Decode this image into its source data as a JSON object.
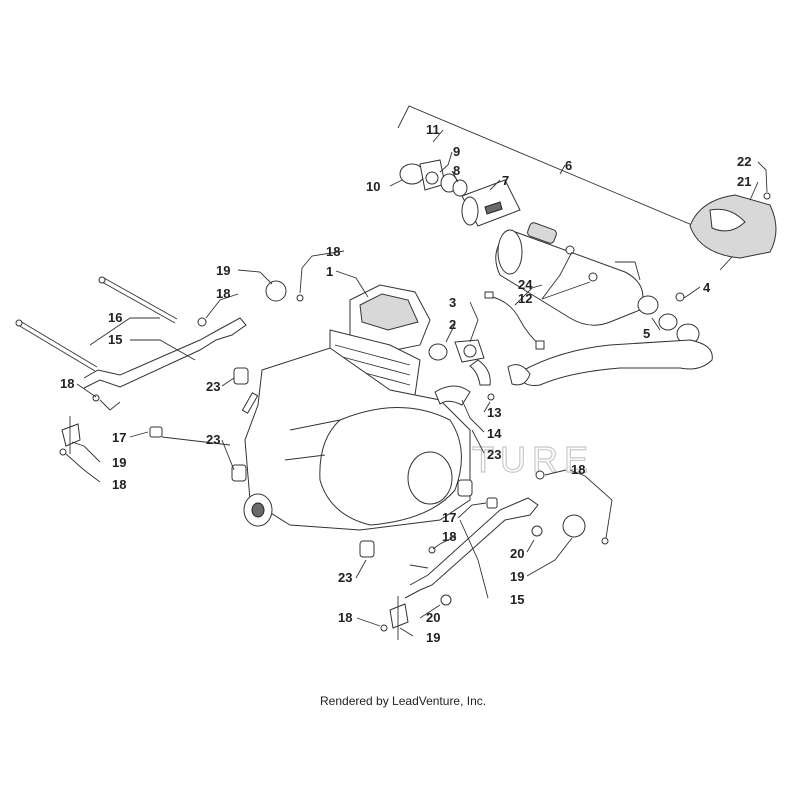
{
  "watermark": "LEADVENTURE",
  "footer": "Rendered by LeadVenture, Inc.",
  "callouts": [
    {
      "id": "c11a",
      "text": "11"
    },
    {
      "id": "c9",
      "text": "9"
    },
    {
      "id": "c8",
      "text": "8"
    },
    {
      "id": "c7",
      "text": "7"
    },
    {
      "id": "c6",
      "text": "6"
    },
    {
      "id": "c10",
      "text": "10"
    },
    {
      "id": "c22",
      "text": "22"
    },
    {
      "id": "c21",
      "text": "21"
    },
    {
      "id": "c18a",
      "text": "18"
    },
    {
      "id": "c1",
      "text": "1"
    },
    {
      "id": "c19a",
      "text": "19"
    },
    {
      "id": "c18b",
      "text": "18"
    },
    {
      "id": "c24",
      "text": "24"
    },
    {
      "id": "c12",
      "text": "12"
    },
    {
      "id": "c4",
      "text": "4"
    },
    {
      "id": "c3",
      "text": "3"
    },
    {
      "id": "c2",
      "text": "2"
    },
    {
      "id": "c5",
      "text": "5"
    },
    {
      "id": "c16",
      "text": "16"
    },
    {
      "id": "c15a",
      "text": "15"
    },
    {
      "id": "c18c",
      "text": "18"
    },
    {
      "id": "c23a",
      "text": "23"
    },
    {
      "id": "c13",
      "text": "13"
    },
    {
      "id": "c14",
      "text": "14"
    },
    {
      "id": "c23b",
      "text": "23"
    },
    {
      "id": "c17a",
      "text": "17"
    },
    {
      "id": "c23c",
      "text": "23"
    },
    {
      "id": "c19b",
      "text": "19"
    },
    {
      "id": "c18d",
      "text": "18"
    },
    {
      "id": "c18e",
      "text": "18"
    },
    {
      "id": "c17b",
      "text": "17"
    },
    {
      "id": "c18f",
      "text": "18"
    },
    {
      "id": "c20a",
      "text": "20"
    },
    {
      "id": "c19c",
      "text": "19"
    },
    {
      "id": "c23d",
      "text": "23"
    },
    {
      "id": "c15b",
      "text": "15"
    },
    {
      "id": "c18g",
      "text": "18"
    },
    {
      "id": "c20b",
      "text": "20"
    },
    {
      "id": "c19d",
      "text": "19"
    }
  ]
}
